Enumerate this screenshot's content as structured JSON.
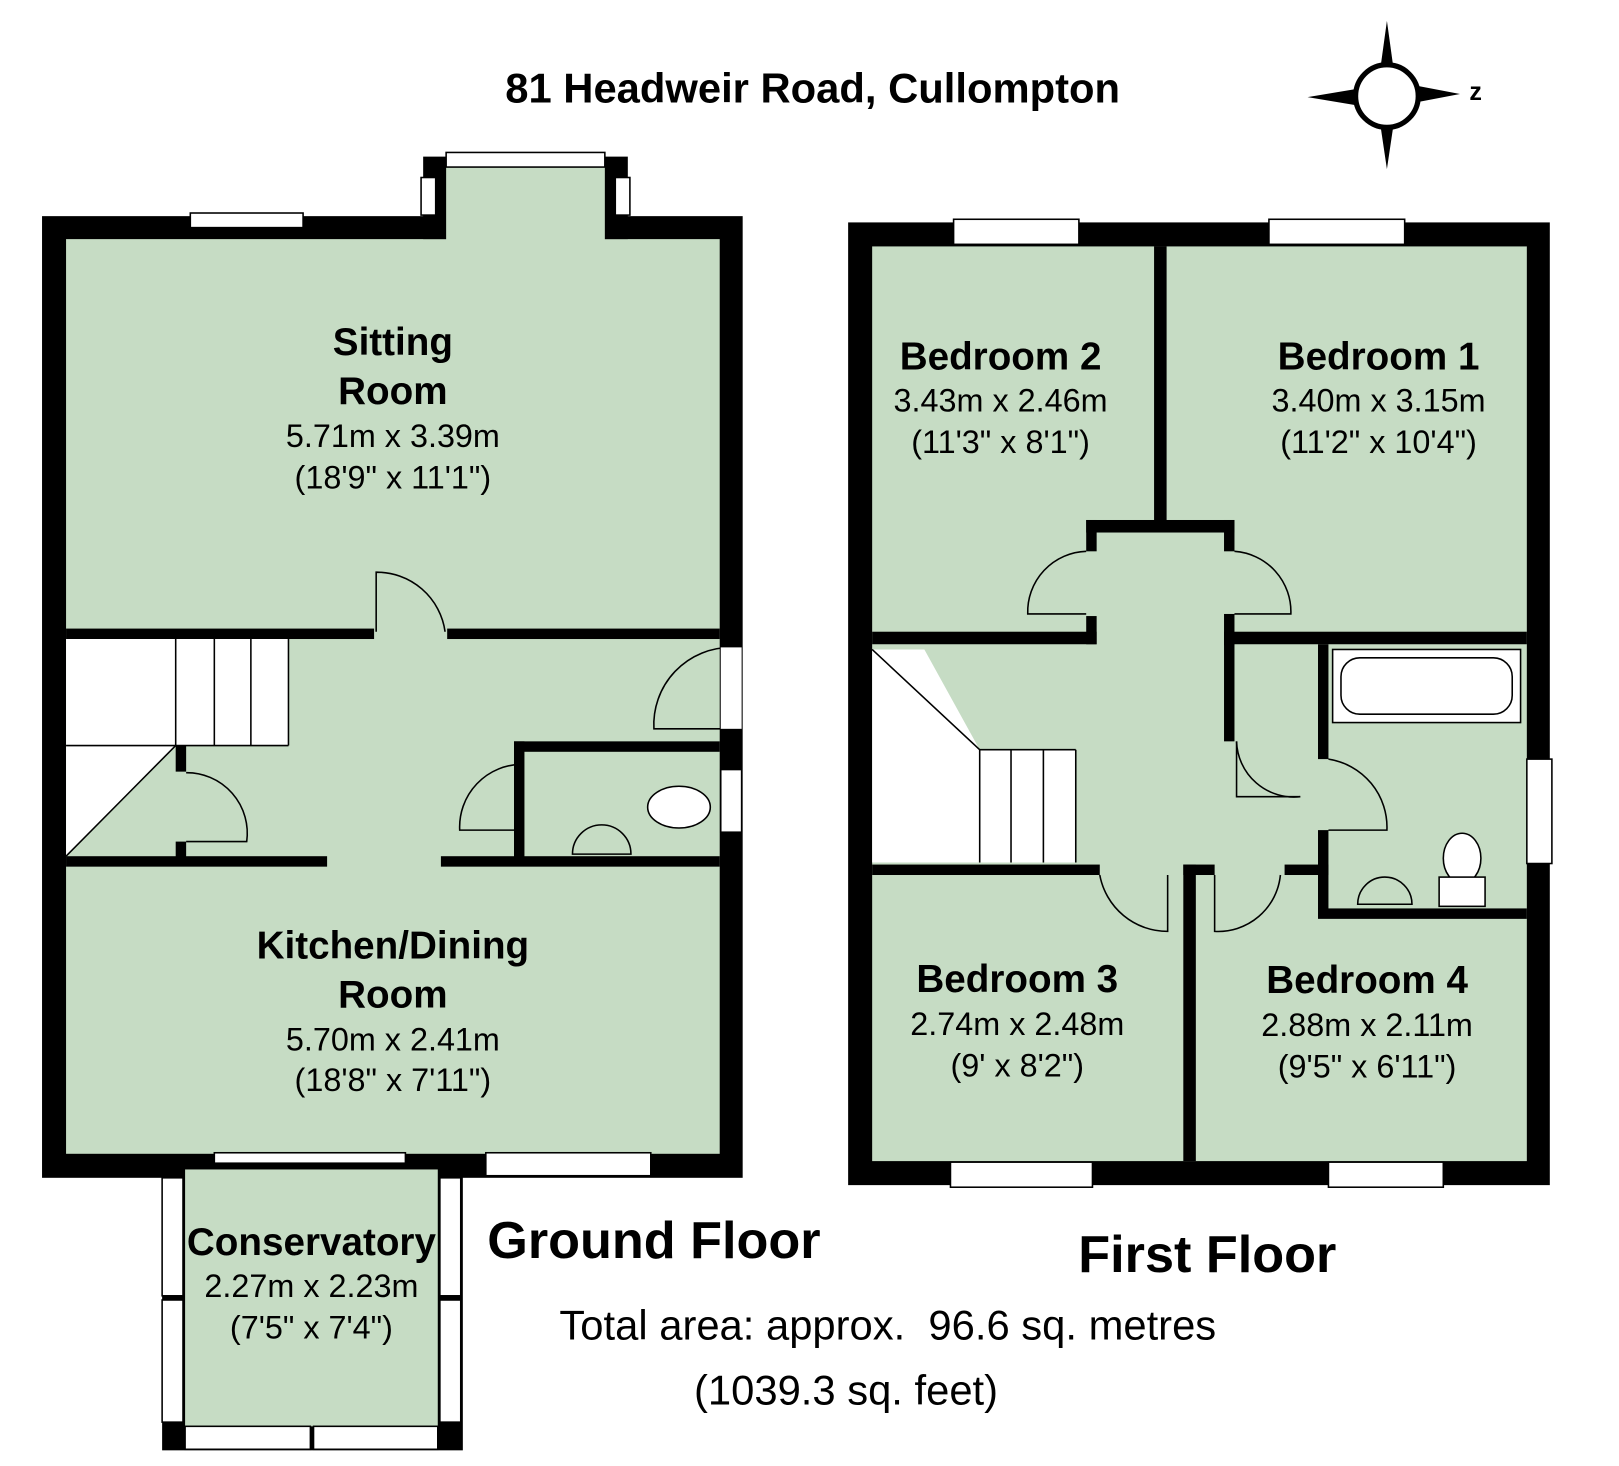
{
  "title": "81 Headweir Road, Cullompton",
  "compass_label": "z",
  "ground_floor": {
    "label": "Ground Floor",
    "rooms": [
      {
        "name_lines": [
          "Sitting",
          "Room"
        ],
        "metric": "5.71m x 3.39m",
        "imperial": "(18'9\" x 11'1\")"
      },
      {
        "name_lines": [
          "Kitchen/Dining",
          "Room"
        ],
        "metric": "5.70m x 2.41m",
        "imperial": "(18'8\" x 7'11\")"
      },
      {
        "name_lines": [
          "Conservatory"
        ],
        "metric": "2.27m x 2.23m",
        "imperial": "(7'5\" x 7'4\")"
      }
    ]
  },
  "first_floor": {
    "label": "First Floor",
    "rooms": [
      {
        "name_lines": [
          "Bedroom 2"
        ],
        "metric": "3.43m x 2.46m",
        "imperial": "(11'3\" x 8'1\")"
      },
      {
        "name_lines": [
          "Bedroom 1"
        ],
        "metric": "3.40m x 3.15m",
        "imperial": "(11'2\" x 10'4\")"
      },
      {
        "name_lines": [
          "Bedroom 3"
        ],
        "metric": "2.74m x 2.48m",
        "imperial": "(9' x 8'2\")"
      },
      {
        "name_lines": [
          "Bedroom 4"
        ],
        "metric": "2.88m x 2.11m",
        "imperial": "(9'5\" x 6'11\")"
      }
    ]
  },
  "total_area": {
    "metric": "Total area: approx.  96.6 sq. metres",
    "imperial": "(1039.3 sq. feet)"
  },
  "colors": {
    "room_fill": "#c6dcc4",
    "wall": "#000000"
  }
}
